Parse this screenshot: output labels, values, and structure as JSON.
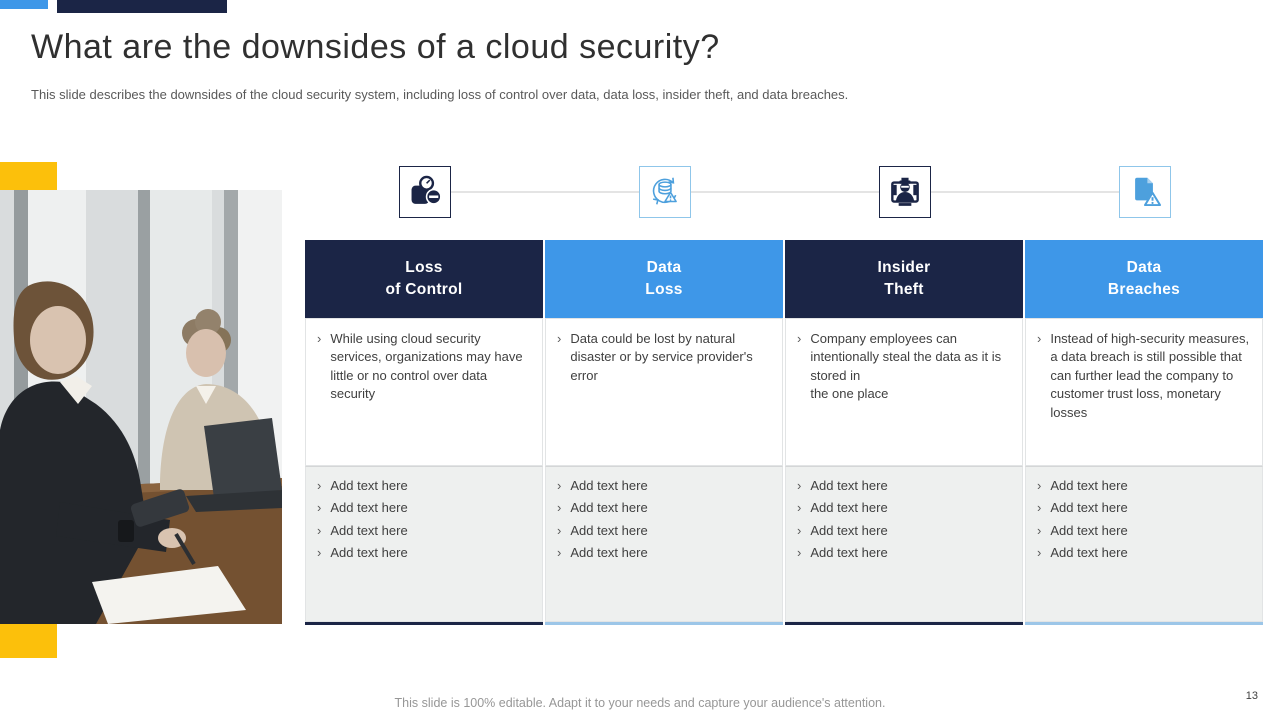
{
  "slide": {
    "title": "What are the downsides of a cloud security?",
    "subtitle": "This slide describes the downsides of the cloud security system, including loss of control over data, data loss, insider theft, and data breaches.",
    "footer": "This slide is 100% editable. Adapt it to your needs and capture your audience's attention.",
    "page_number": "13"
  },
  "ui": {
    "bullet_char": "›"
  },
  "colors": {
    "navy": "#1b2546",
    "blue": "#3e97e8",
    "icon_blue": "#4da0dd",
    "light_blue_border": "#8fc6ea",
    "yellow": "#fcc00b",
    "placeholder_bg": "#eef0ef",
    "connector_gray": "#e4e4e4"
  },
  "columns": [
    {
      "id": "loss-of-control",
      "icon": "gauge-wallet-minus-icon",
      "header_line1": "Loss",
      "header_line2": "of Control",
      "description": "While using cloud security services, organizations may have little or no control over data security",
      "placeholders": [
        "Add text here",
        "Add text here",
        "Add text here",
        "Add text here"
      ]
    },
    {
      "id": "data-loss",
      "icon": "database-sync-warning-icon",
      "header_line1": "Data",
      "header_line2": "Loss",
      "description": "Data could be lost by natural disaster or by service provider's error",
      "placeholders": [
        "Add text here",
        "Add text here",
        "Add text here",
        "Add text here"
      ]
    },
    {
      "id": "insider-theft",
      "icon": "thief-monitor-icon",
      "header_line1": "Insider",
      "header_line2": "Theft",
      "description": "Company employees can intentionally steal the data as it is stored in\nthe one place",
      "placeholders": [
        "Add text here",
        "Add text here",
        "Add text here",
        "Add text here"
      ]
    },
    {
      "id": "data-breaches",
      "icon": "document-warning-icon",
      "header_line1": "Data",
      "header_line2": "Breaches",
      "description": "Instead of high-security measures, a data breach is still possible that can further lead the company to customer trust loss, monetary losses",
      "placeholders": [
        "Add text here",
        "Add text here",
        "Add text here",
        "Add text here"
      ]
    }
  ]
}
